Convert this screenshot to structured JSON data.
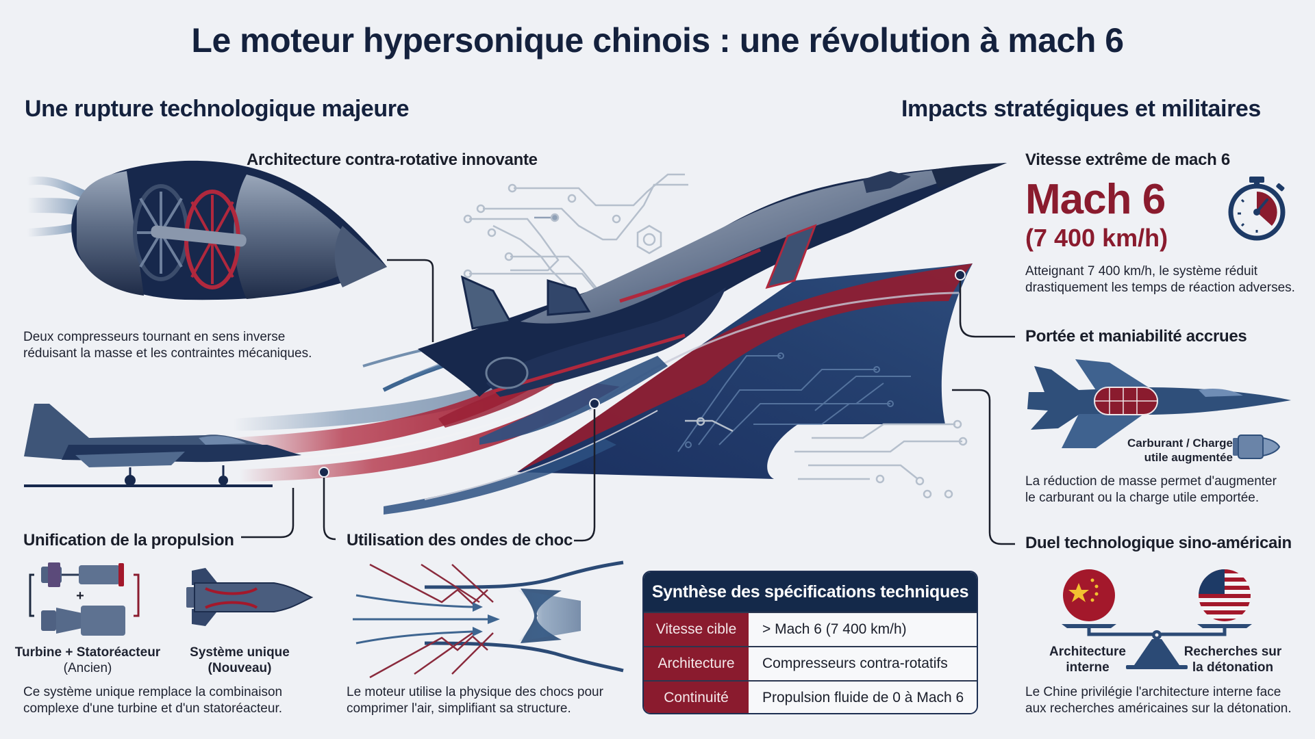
{
  "title": "Le moteur hypersonique chinois : une révolution à mach 6",
  "colors": {
    "navy": "#14294a",
    "crimson": "#8a1b2e",
    "steel": "#5a6f8f",
    "background": "#eff1f5"
  },
  "left_section": {
    "heading": "Une rupture technologique majeure",
    "architecture": {
      "heading": "Architecture contra-rotative innovante",
      "description_line1": "Deux compresseurs tournant en sens inverse",
      "description_line2": "réduisant la masse et les contraintes mécaniques."
    },
    "propulsion": {
      "heading": "Unification de la propulsion",
      "old_label": "Turbine + Statoréacteur",
      "old_sub": "(Ancien)",
      "new_label": "Système unique",
      "new_sub": "(Nouveau)",
      "plus_sign": "+",
      "description_line1": "Ce système unique remplace la combinaison",
      "description_line2": "complexe d'une turbine et d'un statoréacteur."
    },
    "shockwaves": {
      "heading": "Utilisation des ondes de choc",
      "description_line1": "Le moteur utilise la physique des chocs pour",
      "description_line2": "comprimer l'air, simplifiant sa structure."
    }
  },
  "right_section": {
    "heading": "Impacts stratégiques et militaires",
    "speed": {
      "heading": "Vitesse extrême de mach 6",
      "big_value": "Mach 6",
      "kmh_value": "(7 400 km/h)",
      "description_line1": "Atteignant 7 400 km/h, le système réduit",
      "description_line2": "drastiquement les temps de réaction adverses."
    },
    "range": {
      "heading": "Portée et maniabilité accrues",
      "payload_label_line1": "Carburant / Charge",
      "payload_label_line2": "utile augmentée",
      "description_line1": "La réduction de masse permet d'augmenter",
      "description_line2": "le carburant ou la charge utile emportée."
    },
    "duel": {
      "heading": "Duel technologique sino-américain",
      "china_label_line1": "Architecture",
      "china_label_line2": "interne",
      "usa_label_line1": "Recherches sur",
      "usa_label_line2": "la détonation",
      "description_line1": "Le Chine privilégie l'architecture interne face",
      "description_line2": "aux recherches américaines sur la détonation."
    }
  },
  "spec_table": {
    "heading": "Synthèse des spécifications techniques",
    "rows": [
      {
        "key": "Vitesse cible",
        "value": "> Mach 6 (7 400 km/h)"
      },
      {
        "key": "Architecture",
        "value": "Compresseurs contra-rotatifs"
      },
      {
        "key": "Continuité",
        "value": "Propulsion fluide de 0 à Mach 6"
      }
    ]
  }
}
